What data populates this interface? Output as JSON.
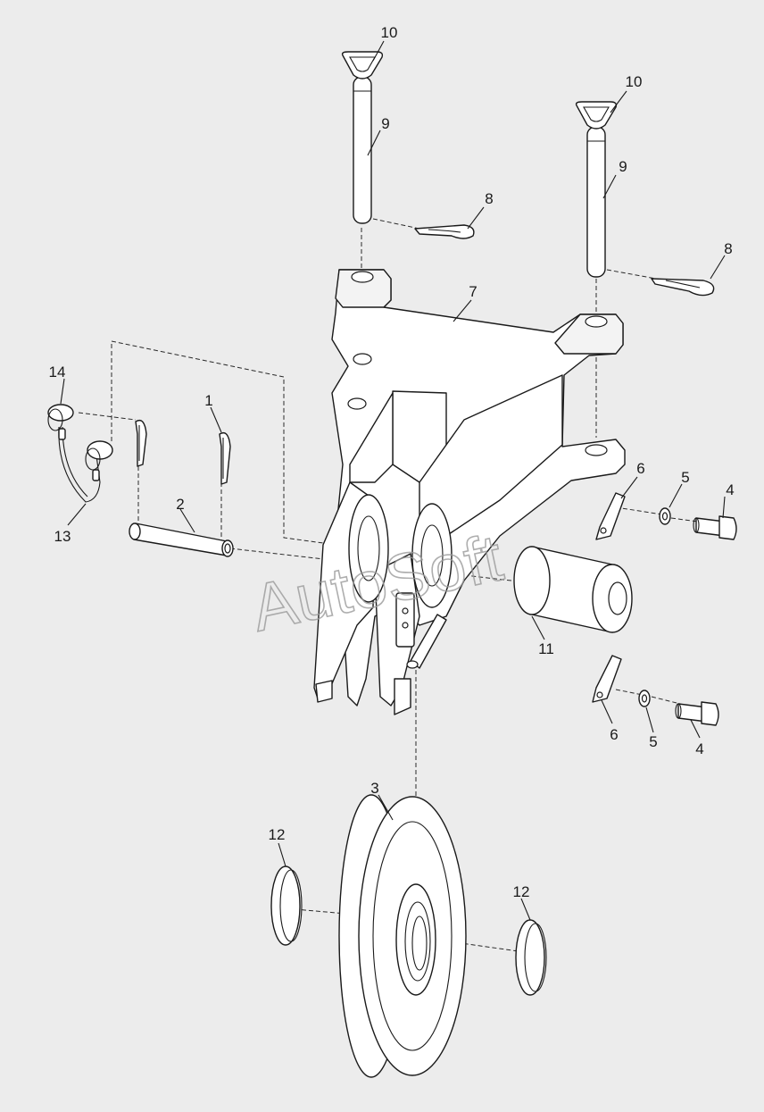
{
  "watermark": "AutoSoft",
  "callouts": [
    {
      "id": "c1",
      "text": "1"
    },
    {
      "id": "c2",
      "text": "2"
    },
    {
      "id": "c3",
      "text": "3"
    },
    {
      "id": "c4a",
      "text": "4"
    },
    {
      "id": "c4b",
      "text": "4"
    },
    {
      "id": "c5a",
      "text": "5"
    },
    {
      "id": "c5b",
      "text": "5"
    },
    {
      "id": "c6a",
      "text": "6"
    },
    {
      "id": "c6b",
      "text": "6"
    },
    {
      "id": "c7",
      "text": "7"
    },
    {
      "id": "c8a",
      "text": "8"
    },
    {
      "id": "c8b",
      "text": "8"
    },
    {
      "id": "c9a",
      "text": "9"
    },
    {
      "id": "c9b",
      "text": "9"
    },
    {
      "id": "c10a",
      "text": "10"
    },
    {
      "id": "c10b",
      "text": "10"
    },
    {
      "id": "c11",
      "text": "11"
    },
    {
      "id": "c12a",
      "text": "12"
    },
    {
      "id": "c12b",
      "text": "12"
    },
    {
      "id": "c13",
      "text": "13"
    },
    {
      "id": "c14",
      "text": "14"
    }
  ]
}
